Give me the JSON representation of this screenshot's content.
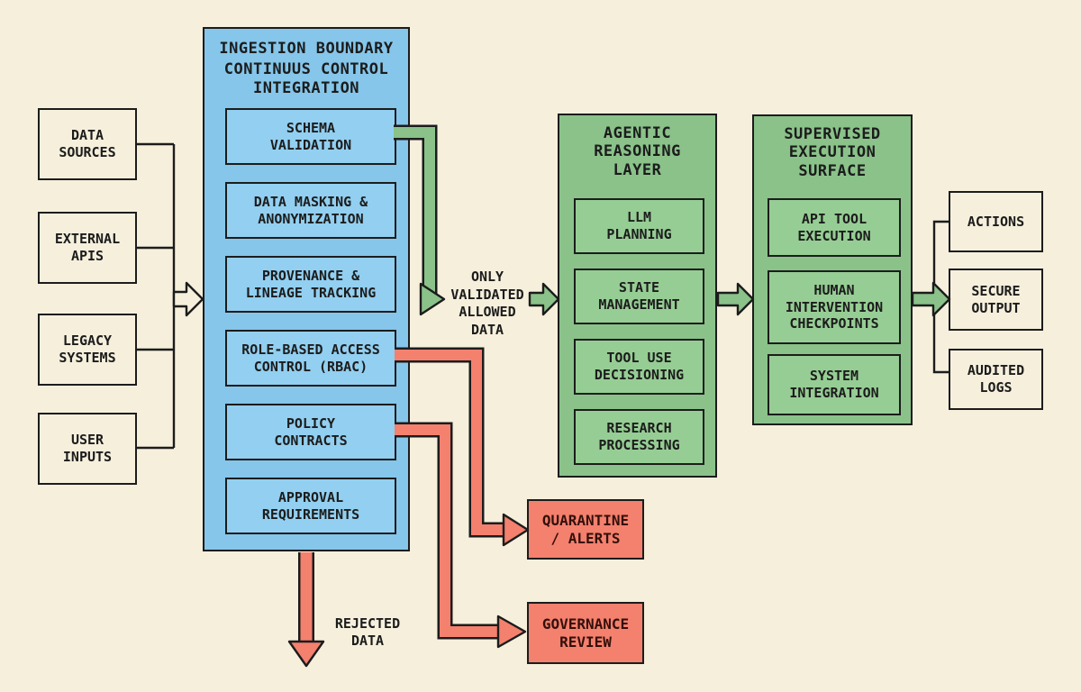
{
  "colors": {
    "bg": "#f5efdc",
    "ink": "#1c1c1c",
    "blue": "#85c6ea",
    "blueInner": "#92cff0",
    "green": "#8ac28a",
    "greenInner": "#96cd94",
    "red": "#f4806e",
    "redInk": "#33100a"
  },
  "sources": {
    "s0": "DATA\nSOURCES",
    "s1": "EXTERNAL\nAPIS",
    "s2": "LEGACY\nSYSTEMS",
    "s3": "USER\nINPUTS"
  },
  "ingestion": {
    "title": "INGESTION BOUNDARY",
    "subtitle": "CONTINUUS CONTROL\nINTEGRATION",
    "items": {
      "i0": "SCHEMA\nVALIDATION",
      "i1": "DATA MASKING &\nANONYMIZATION",
      "i2": "PROVENANCE &\nLINEAGE TRACKING",
      "i3": "ROLE-BASED ACCESS\nCONTROL (RBAC)",
      "i4": "POLICY\nCONTRACTS",
      "i5": "APPROVAL\nREQUIREMENTS"
    }
  },
  "agentic": {
    "title": "AGENTIC\nREASONING\nLAYER",
    "items": {
      "i0": "LLM\nPLANNING",
      "i1": "STATE\nMANAGEMENT",
      "i2": "TOOL USE\nDECISIONING",
      "i3": "RESEARCH\nPROCESSING"
    }
  },
  "supervised": {
    "title": "SUPERVISED\nEXECUTION\nSURFACE",
    "items": {
      "i0": "API TOOL\nEXECUTION",
      "i1": "HUMAN\nINTERVENTION\nCHECKPOINTS",
      "i2": "SYSTEM\nINTEGRATION"
    }
  },
  "outputs": {
    "o0": "ACTIONS",
    "o1": "SECURE\nOUTPUT",
    "o2": "AUDITED\nLOGS"
  },
  "alerts": {
    "quarantine": "QUARANTINE\n/ ALERTS",
    "governance": "GOVERNANCE\nREVIEW"
  },
  "flow_labels": {
    "validated": "ONLY\nVALIDATED\nALLOWED\nDATA",
    "rejected": "REJECTED\nDATA"
  }
}
